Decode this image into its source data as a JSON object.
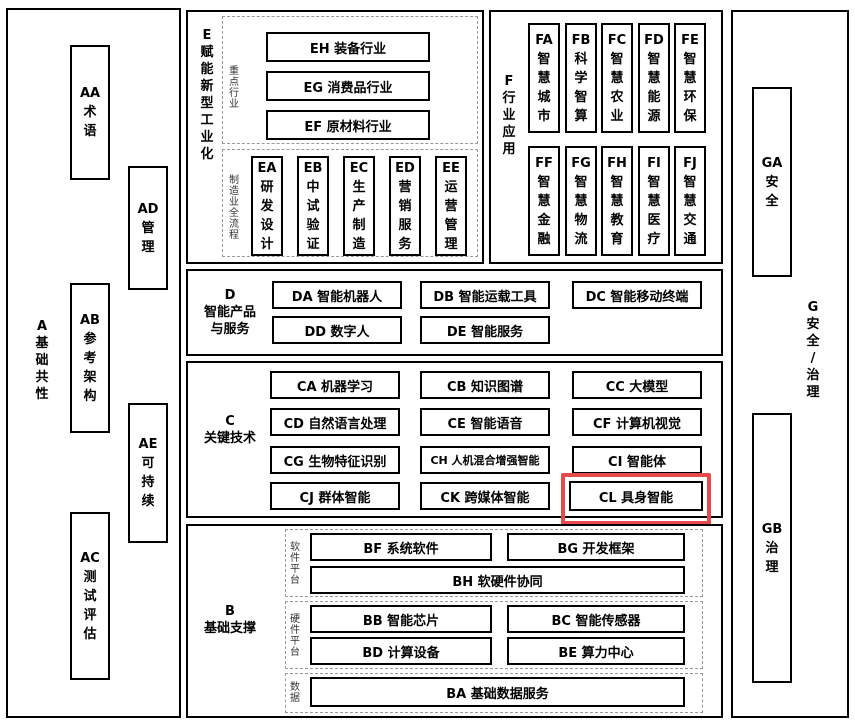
{
  "A": {
    "label": [
      "A",
      "基",
      "础",
      "共",
      "性"
    ],
    "AA": [
      "AA",
      "术",
      "语"
    ],
    "AB": [
      "AB",
      "参",
      "考",
      "架",
      "构"
    ],
    "AC": [
      "AC",
      "测",
      "试",
      "评",
      "估"
    ],
    "AD": [
      "AD",
      "管",
      "理"
    ],
    "AE": [
      "AE",
      "可",
      "持",
      "续"
    ]
  },
  "G": {
    "label": [
      "G",
      "安",
      "全",
      "/",
      "治",
      "理"
    ],
    "GA": [
      "GA",
      "安",
      "全"
    ],
    "GB": [
      "GB",
      "治",
      "理"
    ]
  },
  "E": {
    "label": [
      "E",
      "赋",
      "能",
      "新",
      "型",
      "工",
      "业",
      "化"
    ],
    "focus_label": [
      "重",
      "点",
      "行",
      "业"
    ],
    "flow_label": [
      "制",
      "造",
      "业",
      "全",
      "流",
      "程"
    ],
    "EH": "EH  装备行业",
    "EG": "EG  消费品行业",
    "EF": "EF  原材料行业",
    "EA": [
      "EA",
      "研",
      "发",
      "设",
      "计"
    ],
    "EB": [
      "EB",
      "中",
      "试",
      "验",
      "证"
    ],
    "EC": [
      "EC",
      "生",
      "产",
      "制",
      "造"
    ],
    "ED": [
      "ED",
      "营",
      "销",
      "服",
      "务"
    ],
    "EE": [
      "EE",
      "运",
      "营",
      "管",
      "理"
    ]
  },
  "F": {
    "label": [
      "F",
      "行",
      "业",
      "应",
      "用"
    ],
    "FA": [
      "FA",
      "智",
      "慧",
      "城",
      "市"
    ],
    "FB": [
      "FB",
      "科",
      "学",
      "智",
      "算"
    ],
    "FC": [
      "FC",
      "智",
      "慧",
      "农",
      "业"
    ],
    "FD": [
      "FD",
      "智",
      "慧",
      "能",
      "源"
    ],
    "FE": [
      "FE",
      "智",
      "慧",
      "环",
      "保"
    ],
    "FF": [
      "FF",
      "智",
      "慧",
      "金",
      "融"
    ],
    "FG": [
      "FG",
      "智",
      "慧",
      "物",
      "流"
    ],
    "FH": [
      "FH",
      "智",
      "慧",
      "教",
      "育"
    ],
    "FI": [
      "FI",
      "智",
      "慧",
      "医",
      "疗"
    ],
    "FJ": [
      "FJ",
      "智",
      "慧",
      "交",
      "通"
    ]
  },
  "D": {
    "label": [
      "D",
      "智能产品",
      "与服务"
    ],
    "DA": "DA  智能机器人",
    "DB": "DB  智能运载工具",
    "DC": "DC  智能移动终端",
    "DD": "DD  数字人",
    "DE": "DE  智能服务"
  },
  "C": {
    "label": [
      "C",
      "关键技术"
    ],
    "CA": "CA  机器学习",
    "CB": "CB  知识图谱",
    "CC": "CC  大模型",
    "CD": "CD  自然语言处理",
    "CE": "CE  智能语音",
    "CF": "CF  计算机视觉",
    "CG": "CG  生物特征识别",
    "CH": "CH  人机混合增强智能",
    "CI": "CI  智能体",
    "CJ": "CJ  群体智能",
    "CK": "CK  跨媒体智能",
    "CL": "CL  具身智能",
    "highlight_color": "#e8494a"
  },
  "B": {
    "label": [
      "B",
      "基础支撑"
    ],
    "software_label": [
      "软",
      "件",
      "平",
      "台"
    ],
    "hardware_label": [
      "硬",
      "件",
      "平",
      "台"
    ],
    "data_label": [
      "数",
      "据"
    ],
    "BF": "BF  系统软件",
    "BG": "BG  开发框架",
    "BH": "BH  软硬件协同",
    "BB": "BB  智能芯片",
    "BC": "BC  智能传感器",
    "BD": "BD  计算设备",
    "BE": "BE  算力中心",
    "BA": "BA  基础数据服务"
  }
}
